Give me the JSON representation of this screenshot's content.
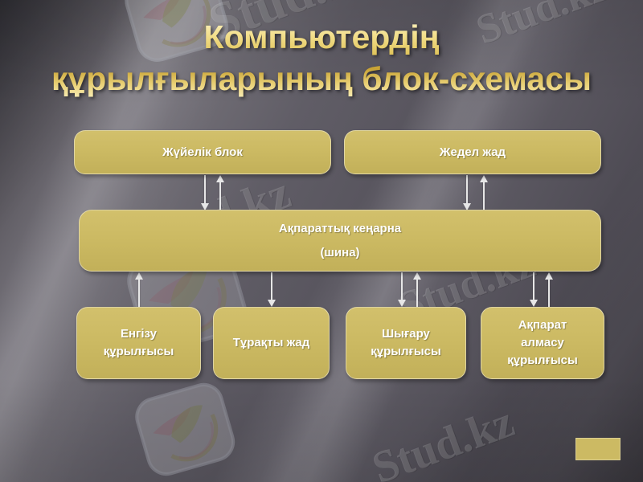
{
  "slide": {
    "title_lines": [
      "Компьютердің",
      "құрылғыларының блок-схемасы"
    ],
    "title_text": "Компьютердің құрылғыларының блок-схемасы",
    "background_color": "#555158",
    "accent_color": "#ccba63",
    "text_color": "#ffffff",
    "arrow_color": "#e7e7e7"
  },
  "diagram": {
    "nodes": [
      {
        "id": "system",
        "lines": [
          "Жүйелік блок"
        ]
      },
      {
        "id": "ram",
        "lines": [
          "Жедел жад"
        ]
      },
      {
        "id": "bus",
        "lines": [
          "Ақпараттық кеңарна",
          "(шина)"
        ]
      },
      {
        "id": "input",
        "lines": [
          "Енгізу",
          "құрылғысы"
        ]
      },
      {
        "id": "rom",
        "lines": [
          "Тұрақты жад"
        ]
      },
      {
        "id": "output",
        "lines": [
          "Шығару",
          "құрылғысы"
        ]
      },
      {
        "id": "exchange",
        "lines": [
          "Ақпарат",
          "алмасу",
          "құрылғысы"
        ]
      }
    ]
  },
  "watermarks": {
    "texts": [
      "Stud.kz",
      "Stud.kz",
      "Stud.kz",
      "Stud.kz",
      "Stud.kz"
    ],
    "logo_name": "stud-kz-bird-logo"
  }
}
